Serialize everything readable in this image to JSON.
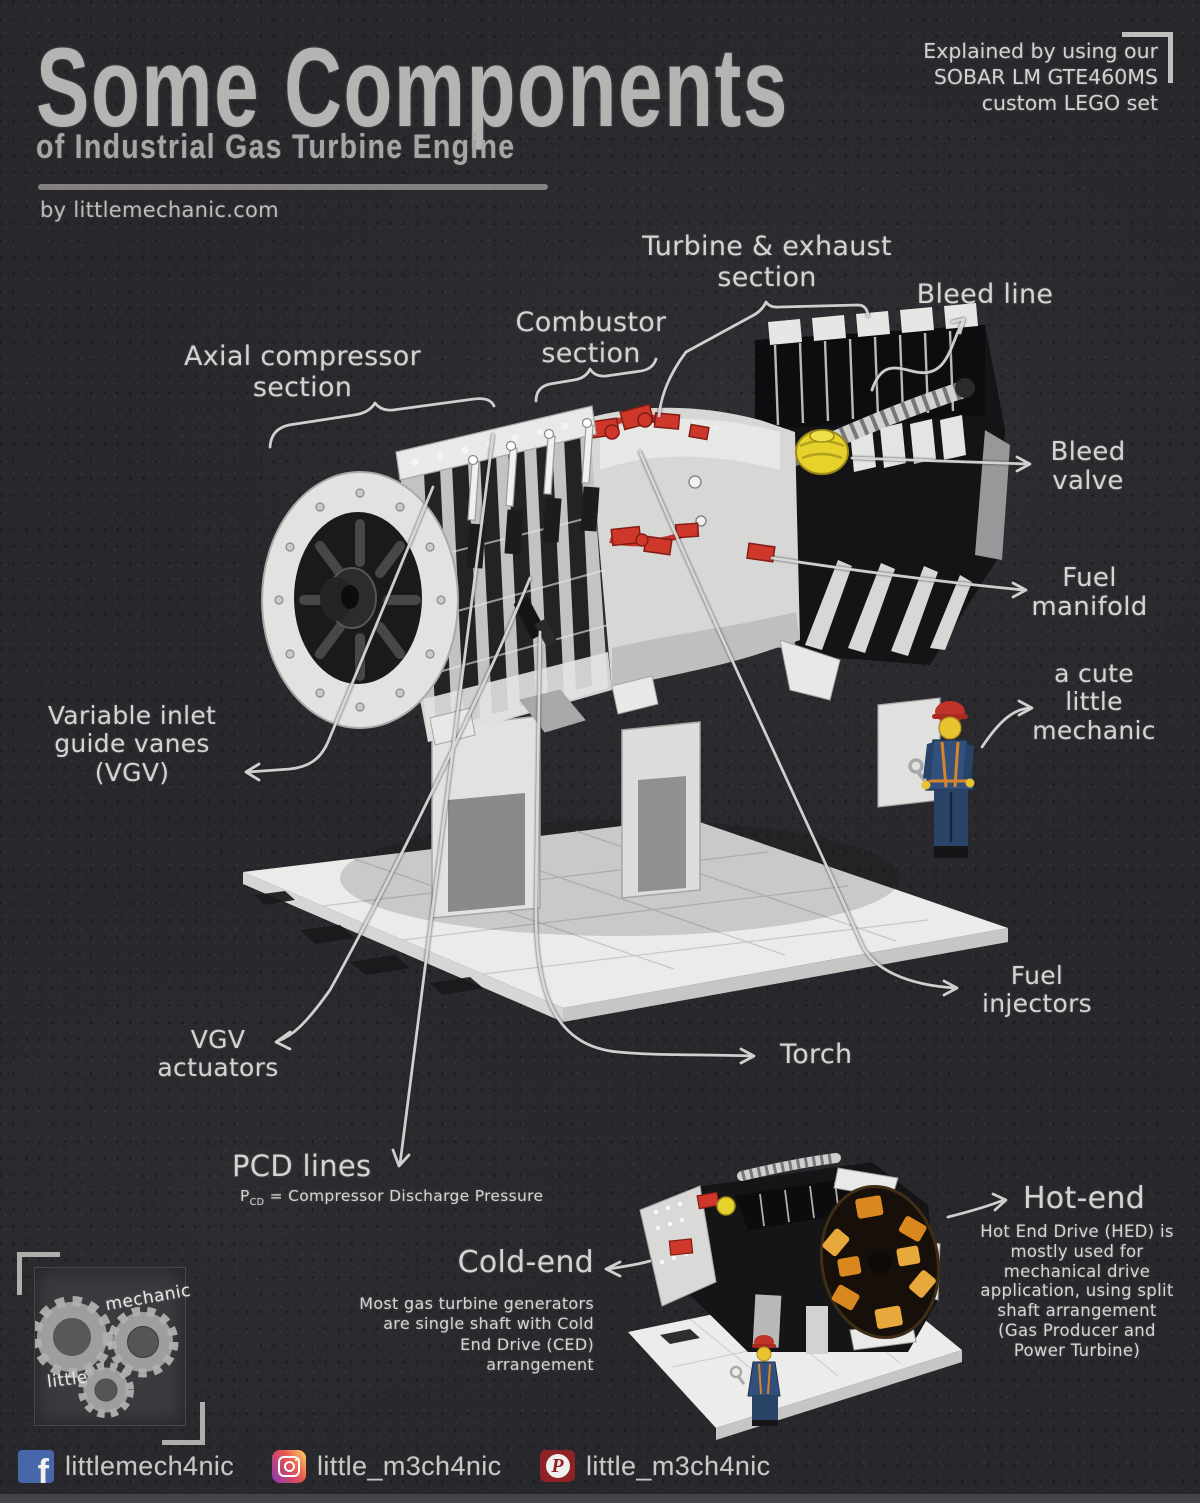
{
  "header": {
    "title": "Some Components",
    "subtitle": "of Industrial Gas Turbine Engine",
    "byline": "by littlemechanic.com",
    "note": [
      "Explained by using our",
      "SOBAR LM GTE460MS",
      "custom LEGO set"
    ]
  },
  "annotations": {
    "axial": [
      "Axial compressor",
      "section"
    ],
    "combustor": [
      "Combustor",
      "section"
    ],
    "turbine": [
      "Turbine & exhaust",
      "section"
    ],
    "bleed_line": [
      "Bleed line"
    ],
    "bleed_valve": [
      "Bleed",
      "valve"
    ],
    "fuel_manifold": [
      "Fuel",
      "manifold"
    ],
    "mechanic": [
      "a cute",
      "little",
      "mechanic"
    ],
    "vgv": [
      "Variable inlet",
      "guide vanes",
      "(VGV)"
    ],
    "vgv_actuators": [
      "VGV",
      "actuators"
    ],
    "fuel_injectors": [
      "Fuel",
      "injectors"
    ],
    "torch": [
      "Torch"
    ],
    "pcd": {
      "title": "PCD lines",
      "sub_prefix": "P",
      "sub_subscript": "CD",
      "sub_rest": " = Compressor Discharge Pressure"
    },
    "cold_end": {
      "title": "Cold-end",
      "sub": [
        "Most gas turbine generators",
        "are single shaft with Cold",
        "End Drive (CED)",
        "arrangement"
      ]
    },
    "hot_end": {
      "title": "Hot-end",
      "sub": [
        "Hot End Drive (HED) is",
        "mostly used for",
        "mechanical drive",
        "application, using split",
        "shaft arrangement",
        "(Gas Producer and",
        "Power Turbine)"
      ]
    }
  },
  "logo": {
    "word_top": "mechanic",
    "word_bottom": "little"
  },
  "social": [
    {
      "network": "facebook",
      "icon": "facebook-icon",
      "icon_letter": "f",
      "handle": "littlemech4nic"
    },
    {
      "network": "instagram",
      "icon": "instagram-icon",
      "handle": "little_m3ch4nic"
    },
    {
      "network": "pinterest",
      "icon": "pinterest-icon",
      "icon_letter": "P",
      "handle": "little_m3ch4nic"
    }
  ],
  "colors": {
    "board": "#28272b",
    "chalk": "#d4d4d2",
    "chalk_dim": "#a8a6a4",
    "lego_red": "#d0372b",
    "lego_yellow": "#e6d22b",
    "facebook_blue": "#4867aa",
    "pinterest_red": "#8e2227",
    "instagram_gradient": [
      "#8a3ab9",
      "#cd486b",
      "#fccc63"
    ]
  }
}
